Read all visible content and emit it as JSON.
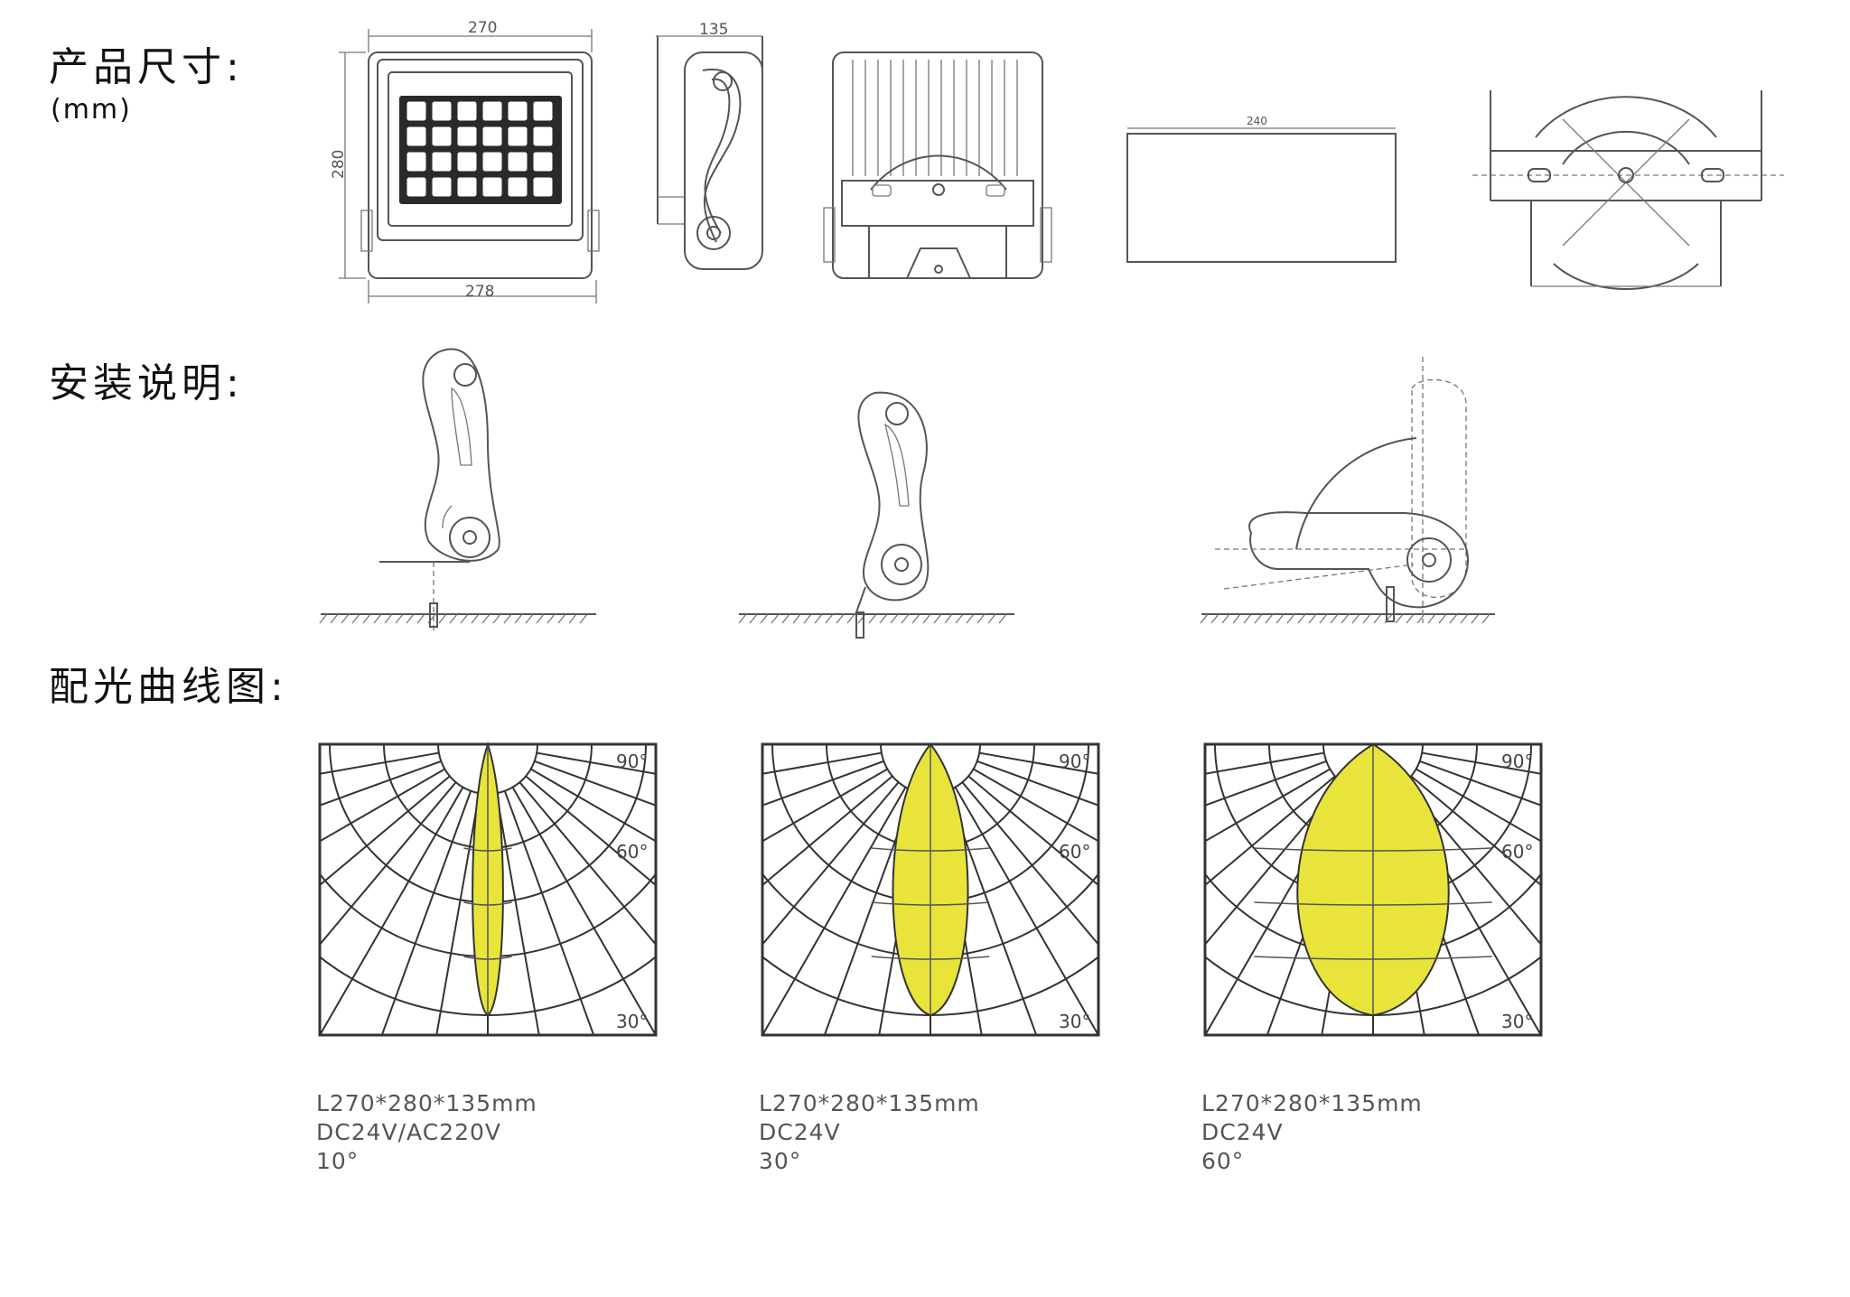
{
  "headings": {
    "dimensions": "产品尺寸:",
    "dimensions_unit": "(mm)",
    "installation": "安装说明:",
    "light_curves": "配光曲线图:"
  },
  "dimension_labels": {
    "front_width_top": "270",
    "front_height": "280",
    "front_width_bottom": "278",
    "side_depth": "135",
    "top_width": "240"
  },
  "polar_charts": [
    {
      "beam_angle_deg": 10,
      "angle_labels": [
        "90°",
        "60°",
        "30°"
      ],
      "spec_size": "L270*280*135mm",
      "spec_voltage": "DC24V/AC220V",
      "spec_angle": "10°"
    },
    {
      "beam_angle_deg": 30,
      "angle_labels": [
        "90°",
        "60°",
        "30°"
      ],
      "spec_size": "L270*280*135mm",
      "spec_voltage": "DC24V",
      "spec_angle": "30°"
    },
    {
      "beam_angle_deg": 60,
      "angle_labels": [
        "90°",
        "60°",
        "30°"
      ],
      "spec_size": "L270*280*135mm",
      "spec_voltage": "DC24V",
      "spec_angle": "60°"
    }
  ],
  "colors": {
    "beam_fill": "#e8e43c",
    "line": "#555555"
  }
}
